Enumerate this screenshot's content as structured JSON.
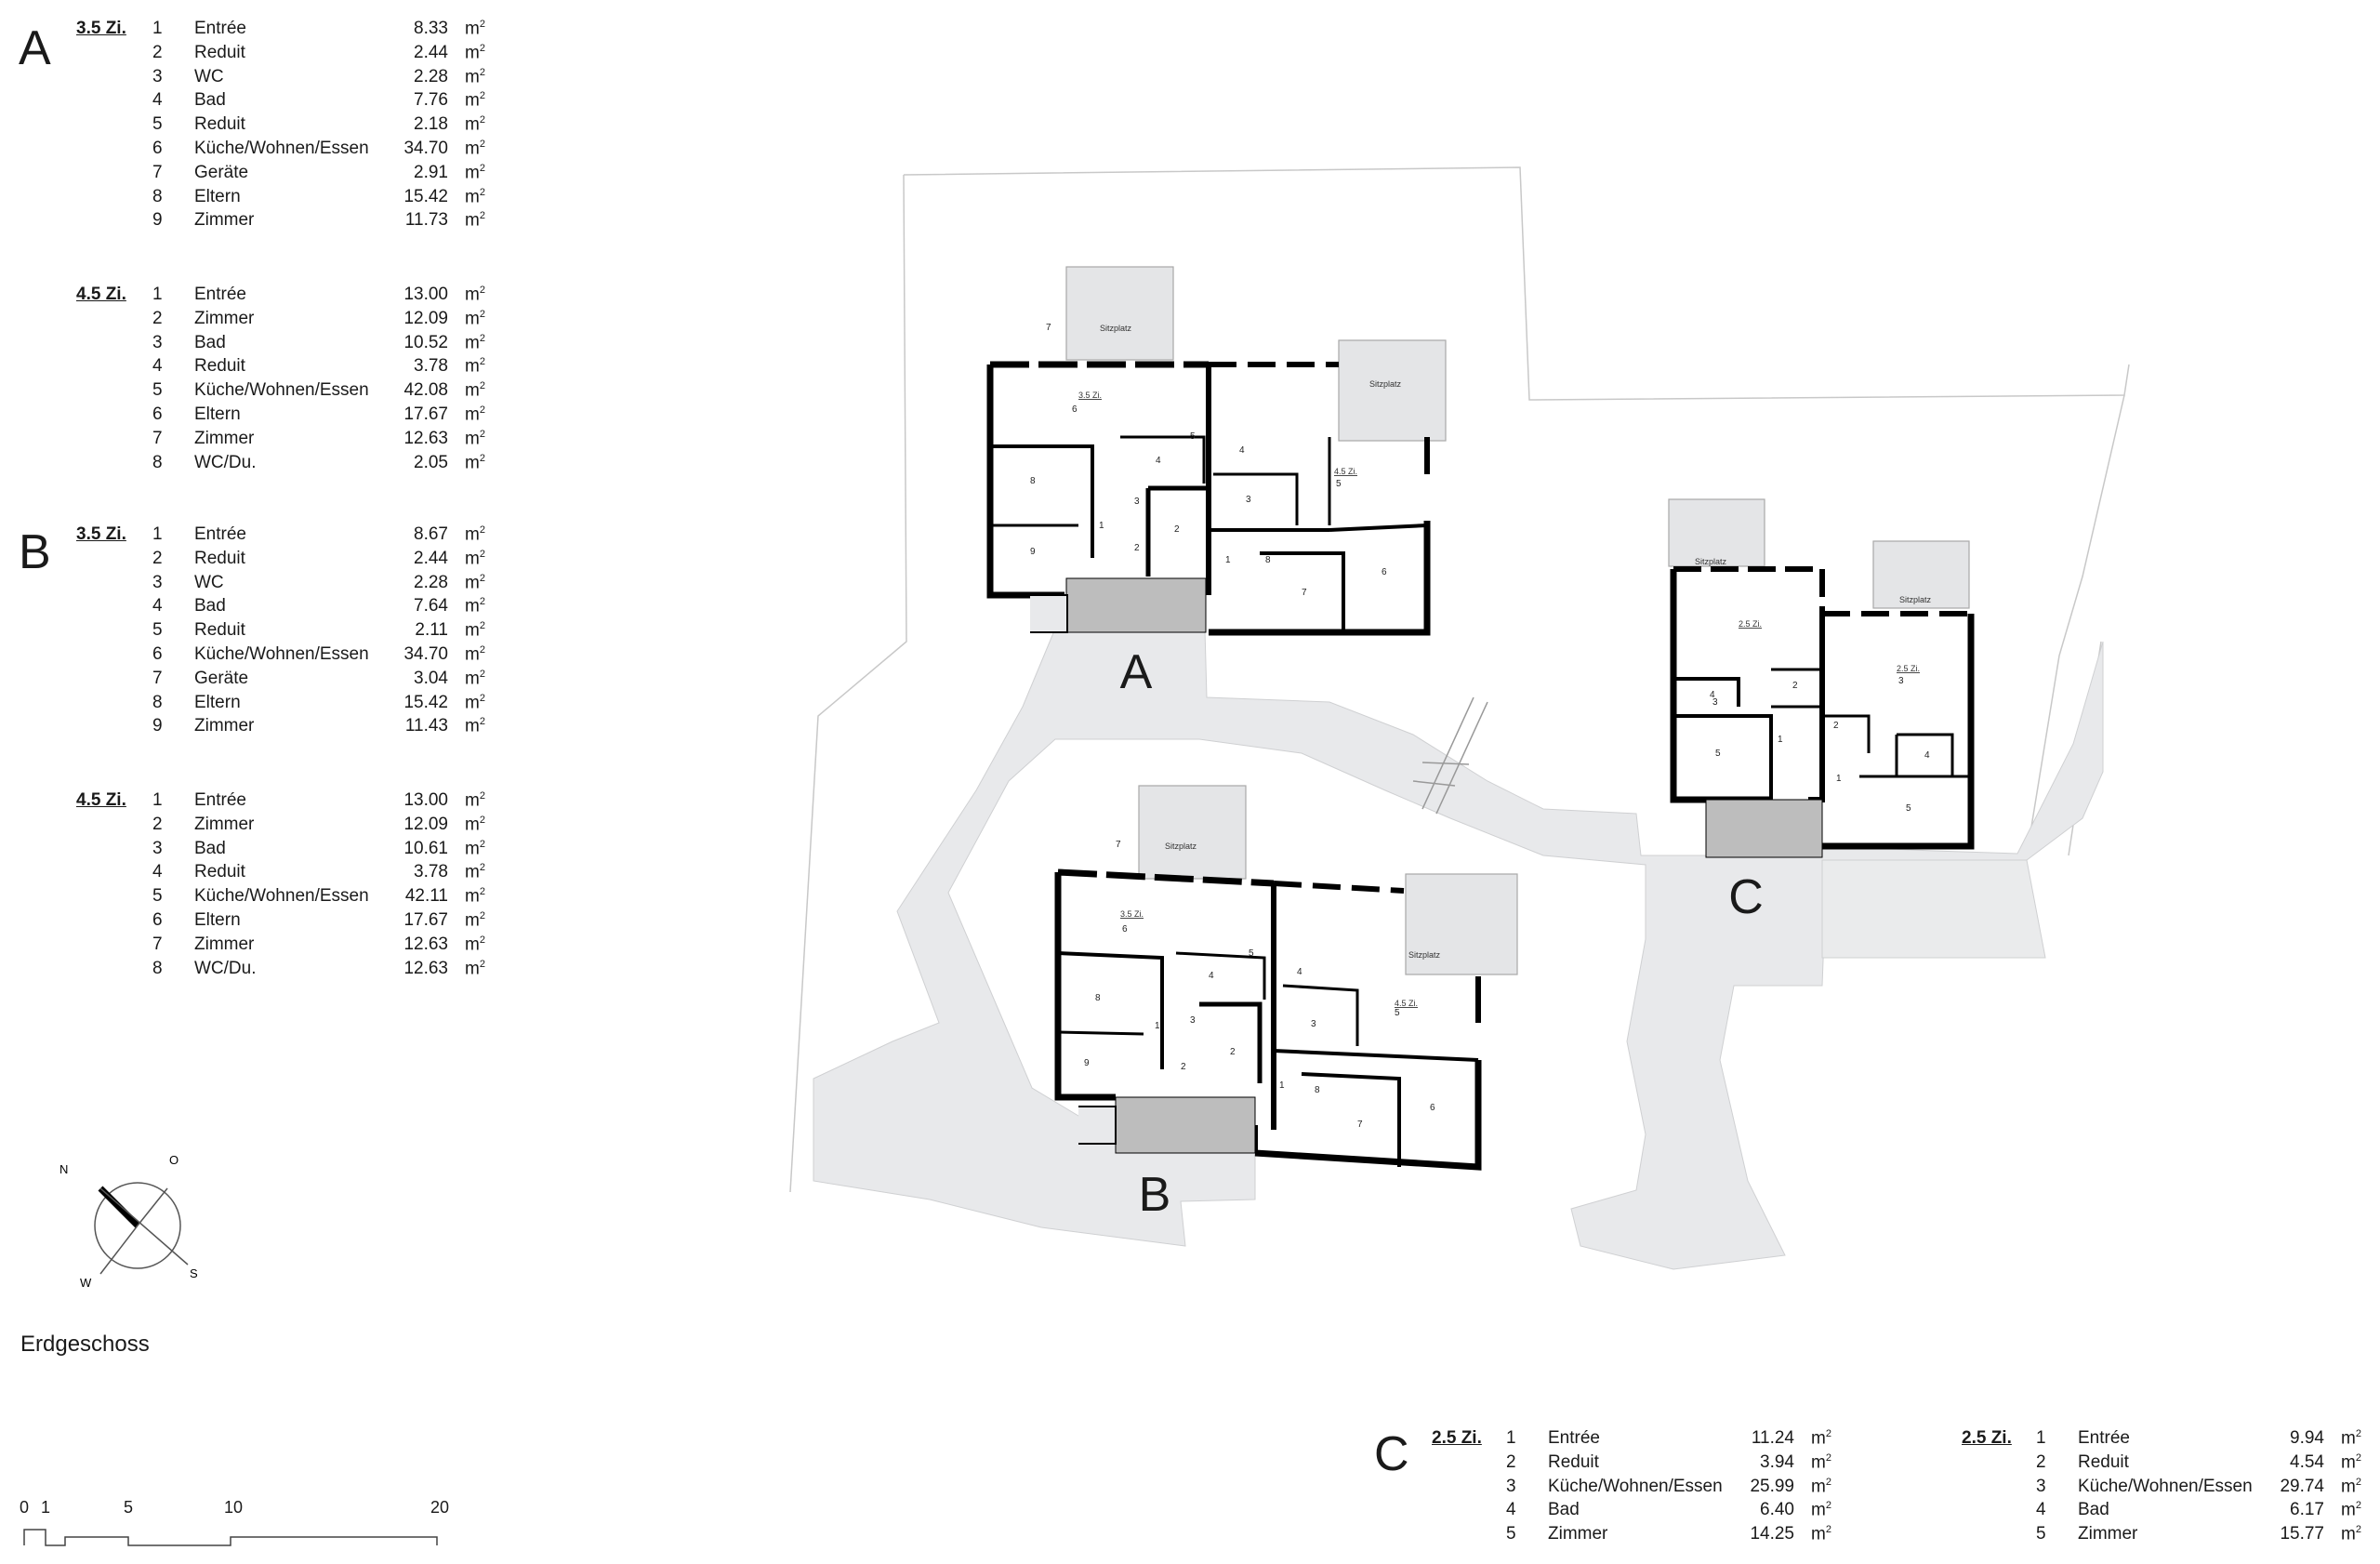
{
  "buildings": {
    "A": {
      "letter": "A",
      "units": [
        {
          "type": "3.5 Zi.",
          "rooms": [
            {
              "no": "1",
              "name": "Entrée",
              "area": "8.33",
              "unit": "m"
            },
            {
              "no": "2",
              "name": "Reduit",
              "area": "2.44",
              "unit": "m"
            },
            {
              "no": "3",
              "name": "WC",
              "area": "2.28",
              "unit": "m"
            },
            {
              "no": "4",
              "name": "Bad",
              "area": "7.76",
              "unit": "m"
            },
            {
              "no": "5",
              "name": "Reduit",
              "area": "2.18",
              "unit": "m"
            },
            {
              "no": "6",
              "name": "Küche/Wohnen/Essen",
              "area": "34.70",
              "unit": "m"
            },
            {
              "no": "7",
              "name": "Geräte",
              "area": "2.91",
              "unit": "m"
            },
            {
              "no": "8",
              "name": "Eltern",
              "area": "15.42",
              "unit": "m"
            },
            {
              "no": "9",
              "name": "Zimmer",
              "area": "11.73",
              "unit": "m"
            }
          ]
        },
        {
          "type": "4.5 Zi.",
          "rooms": [
            {
              "no": "1",
              "name": "Entrée",
              "area": "13.00",
              "unit": "m"
            },
            {
              "no": "2",
              "name": "Zimmer",
              "area": "12.09",
              "unit": "m"
            },
            {
              "no": "3",
              "name": "Bad",
              "area": "10.52",
              "unit": "m"
            },
            {
              "no": "4",
              "name": "Reduit",
              "area": "3.78",
              "unit": "m"
            },
            {
              "no": "5",
              "name": "Küche/Wohnen/Essen",
              "area": "42.08",
              "unit": "m"
            },
            {
              "no": "6",
              "name": "Eltern",
              "area": "17.67",
              "unit": "m"
            },
            {
              "no": "7",
              "name": "Zimmer",
              "area": "12.63",
              "unit": "m"
            },
            {
              "no": "8",
              "name": "WC/Du.",
              "area": "2.05",
              "unit": "m"
            }
          ]
        }
      ]
    },
    "B": {
      "letter": "B",
      "units": [
        {
          "type": "3.5 Zi.",
          "rooms": [
            {
              "no": "1",
              "name": "Entrée",
              "area": "8.67",
              "unit": "m"
            },
            {
              "no": "2",
              "name": "Reduit",
              "area": "2.44",
              "unit": "m"
            },
            {
              "no": "3",
              "name": "WC",
              "area": "2.28",
              "unit": "m"
            },
            {
              "no": "4",
              "name": "Bad",
              "area": "7.64",
              "unit": "m"
            },
            {
              "no": "5",
              "name": "Reduit",
              "area": "2.11",
              "unit": "m"
            },
            {
              "no": "6",
              "name": "Küche/Wohnen/Essen",
              "area": "34.70",
              "unit": "m"
            },
            {
              "no": "7",
              "name": "Geräte",
              "area": "3.04",
              "unit": "m"
            },
            {
              "no": "8",
              "name": "Eltern",
              "area": "15.42",
              "unit": "m"
            },
            {
              "no": "9",
              "name": "Zimmer",
              "area": "11.43",
              "unit": "m"
            }
          ]
        },
        {
          "type": "4.5 Zi.",
          "rooms": [
            {
              "no": "1",
              "name": "Entrée",
              "area": "13.00",
              "unit": "m"
            },
            {
              "no": "2",
              "name": "Zimmer",
              "area": "12.09",
              "unit": "m"
            },
            {
              "no": "3",
              "name": "Bad",
              "area": "10.61",
              "unit": "m"
            },
            {
              "no": "4",
              "name": "Reduit",
              "area": "3.78",
              "unit": "m"
            },
            {
              "no": "5",
              "name": "Küche/Wohnen/Essen",
              "area": "42.11",
              "unit": "m"
            },
            {
              "no": "6",
              "name": "Eltern",
              "area": "17.67",
              "unit": "m"
            },
            {
              "no": "7",
              "name": "Zimmer",
              "area": "12.63",
              "unit": "m"
            },
            {
              "no": "8",
              "name": "WC/Du.",
              "area": "12.63",
              "unit": "m"
            }
          ]
        }
      ]
    },
    "C": {
      "letter": "C",
      "units": [
        {
          "type": "2.5 Zi.",
          "rooms": [
            {
              "no": "1",
              "name": "Entrée",
              "area": "11.24",
              "unit": "m"
            },
            {
              "no": "2",
              "name": "Reduit",
              "area": "3.94",
              "unit": "m"
            },
            {
              "no": "3",
              "name": "Küche/Wohnen/Essen",
              "area": "25.99",
              "unit": "m"
            },
            {
              "no": "4",
              "name": "Bad",
              "area": "6.40",
              "unit": "m"
            },
            {
              "no": "5",
              "name": "Zimmer",
              "area": "14.25",
              "unit": "m"
            }
          ]
        },
        {
          "type": "2.5 Zi.",
          "rooms": [
            {
              "no": "1",
              "name": "Entrée",
              "area": "9.94",
              "unit": "m"
            },
            {
              "no": "2",
              "name": "Reduit",
              "area": "4.54",
              "unit": "m"
            },
            {
              "no": "3",
              "name": "Küche/Wohnen/Essen",
              "area": "29.74",
              "unit": "m"
            },
            {
              "no": "4",
              "name": "Bad",
              "area": "6.17",
              "unit": "m"
            },
            {
              "no": "5",
              "name": "Zimmer",
              "area": "15.77",
              "unit": "m"
            }
          ]
        }
      ]
    }
  },
  "plan": {
    "building_labels": [
      "A",
      "B",
      "C"
    ],
    "terrace_label": "Sitzplatz",
    "room_numbers": {
      "A": [
        "1",
        "2",
        "3",
        "4",
        "5",
        "6",
        "7",
        "8",
        "9",
        "1",
        "2",
        "3",
        "4",
        "5",
        "6",
        "7",
        "8"
      ],
      "B": [
        "1",
        "2",
        "3",
        "4",
        "5",
        "6",
        "7",
        "8",
        "9",
        "1",
        "2",
        "3",
        "4",
        "5",
        "6",
        "7",
        "8"
      ],
      "C": [
        "1",
        "2",
        "3",
        "4",
        "5",
        "1",
        "2",
        "3",
        "4",
        "5"
      ]
    },
    "unit_labels": {
      "A": [
        "3.5 Zi.",
        "4.5 Zi."
      ],
      "B": [
        "3.5 Zi.",
        "4.5 Zi."
      ],
      "C": [
        "2.5 Zi.",
        "2.5 Zi."
      ]
    }
  },
  "compass": {
    "north": "N",
    "east": "O",
    "south": "S",
    "west": "W"
  },
  "title": "Erdgeschoss",
  "scale_bar": {
    "ticks": [
      "0",
      "1",
      "5",
      "10",
      "20"
    ]
  },
  "colors": {
    "wall": "#000000",
    "circulation": "#e8e9eb",
    "stair_core": "#bdbdbd",
    "terrace": "#e4e5e7",
    "site_line": "#c8c8c8"
  }
}
